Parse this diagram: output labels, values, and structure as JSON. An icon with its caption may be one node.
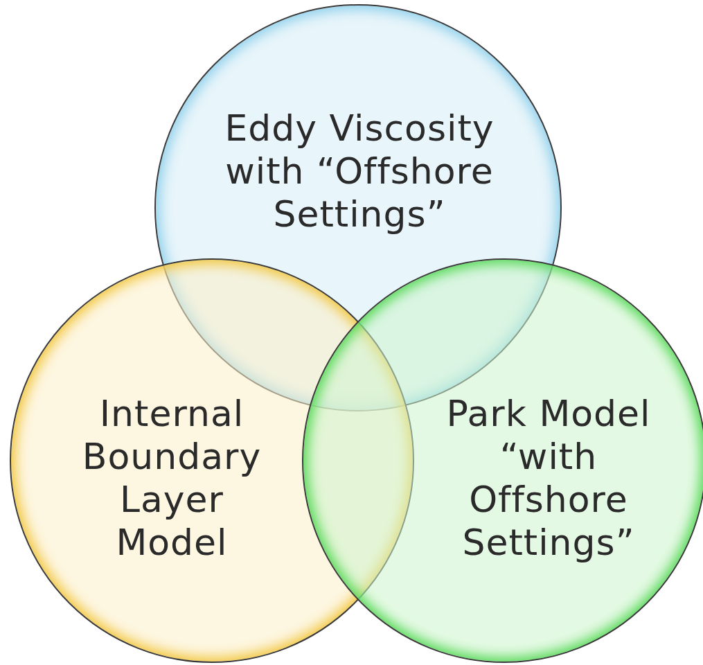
{
  "diagram": {
    "nodes": [
      {
        "text": [
          "Eddy Viscosity with “Offshore Settings”"
        ]
      },
      {
        "text": [
          "Internal Boundary Layer Model"
        ]
      },
      {
        "text": [
          "Park Model “with Offshore Settings”"
        ]
      }
    ]
  }
}
